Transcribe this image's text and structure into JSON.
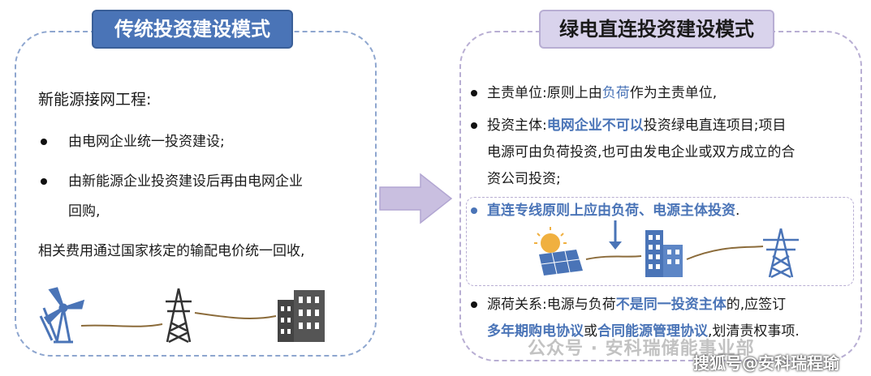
{
  "left": {
    "title": "传统投资建设模式",
    "heading": "新能源接网工程:",
    "bullet1": "由电网企业统一投资建设;",
    "bullet2_line1": "由新能源企业投资建设后再由电网企业",
    "bullet2_line2": "回购,",
    "note": "相关费用通过国家核定的输配电价统一回收,"
  },
  "right": {
    "title": "绿电直连投资建设模式",
    "item1_pre": "主责单位:原则上由",
    "item1_hl": "负荷",
    "item1_post": "作为主责单位,",
    "item2_label": "投资主体:",
    "item2_hl": "电网企业不可以",
    "item2_post": "投资绿电直连项目;项目",
    "item2_line2": "电源可由负荷投资,也可由发电企业或双方成立的合",
    "item2_line3": "资公司投资;",
    "item3": "直连专线原则上应由负荷、电源主体投资",
    "item3_end": ".",
    "item4_pre": "源荷关系:电源与负荷",
    "item4_hl": "不是同一投资主体",
    "item4_post": "的,应签订",
    "item4_line2_hl1": "多年期购电协议",
    "item4_line2_mid": "或",
    "item4_line2_hl2": "合同能源管理协议",
    "item4_line2_post": ",划清责权事项."
  },
  "watermarks": {
    "wechat": "公众号 · 安科瑞储能事业部",
    "sohu": "搜狐号@安科瑞程瑜"
  },
  "colors": {
    "accent_blue": "#4a74b7",
    "lavender": "#d9d3ec",
    "arrow": "#c9bfe0",
    "line_brown": "#8b6b3a"
  },
  "icons": [
    "wind-turbine-icon",
    "transmission-tower-icon",
    "building-icon",
    "solar-panel-icon",
    "down-arrow-icon"
  ]
}
